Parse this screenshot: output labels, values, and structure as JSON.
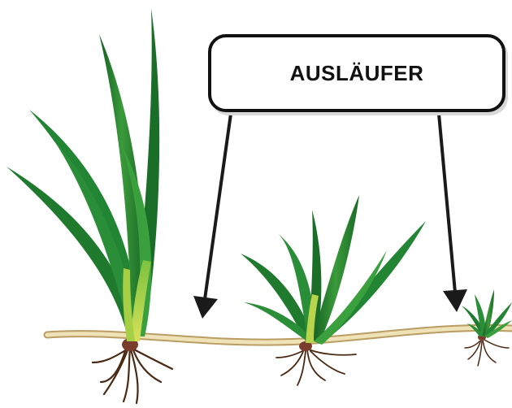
{
  "callout": {
    "label": "AUSLÄUFER",
    "border_color": "#111111",
    "text_color": "#111111"
  },
  "colors": {
    "leaf_dark": "#1f7a2e",
    "leaf_light": "#6cbf3a",
    "leaf_yellow": "#c9dc48",
    "stolon": "#e8d9a8",
    "stolon_edge": "#b99d63",
    "root": "#4a2a14",
    "root_base": "#7a3c2c",
    "arrow": "#1a1a1a"
  },
  "plants": [
    {
      "name": "mother-plant",
      "size": "large"
    },
    {
      "name": "daughter-plant",
      "size": "medium"
    },
    {
      "name": "young-plant",
      "size": "small"
    }
  ]
}
